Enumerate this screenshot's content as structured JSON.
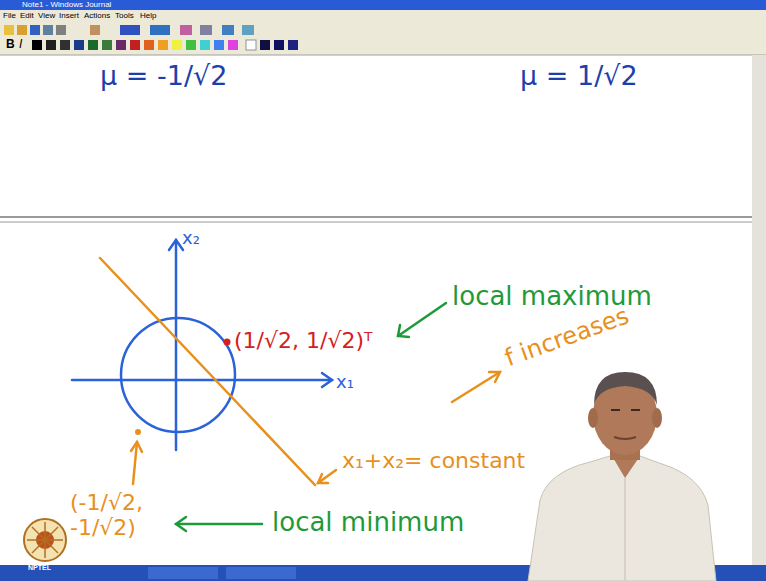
{
  "diagram": {
    "labels": [
      "Note1 - Windows Journal",
      "File",
      "Edit",
      "View",
      "Insert",
      "Actions",
      "Tools",
      "Help",
      "B",
      "I",
      "μ = -1/√2",
      "μ = 1/√2",
      "x₂",
      "x₁",
      "(1/√2, 1/√2)ᵀ",
      "local maximum",
      "f increases",
      "x₁+x₂= constant",
      "(-1/√2, -1/√2)",
      "local minimum",
      "NPTEL"
    ]
  }
}
